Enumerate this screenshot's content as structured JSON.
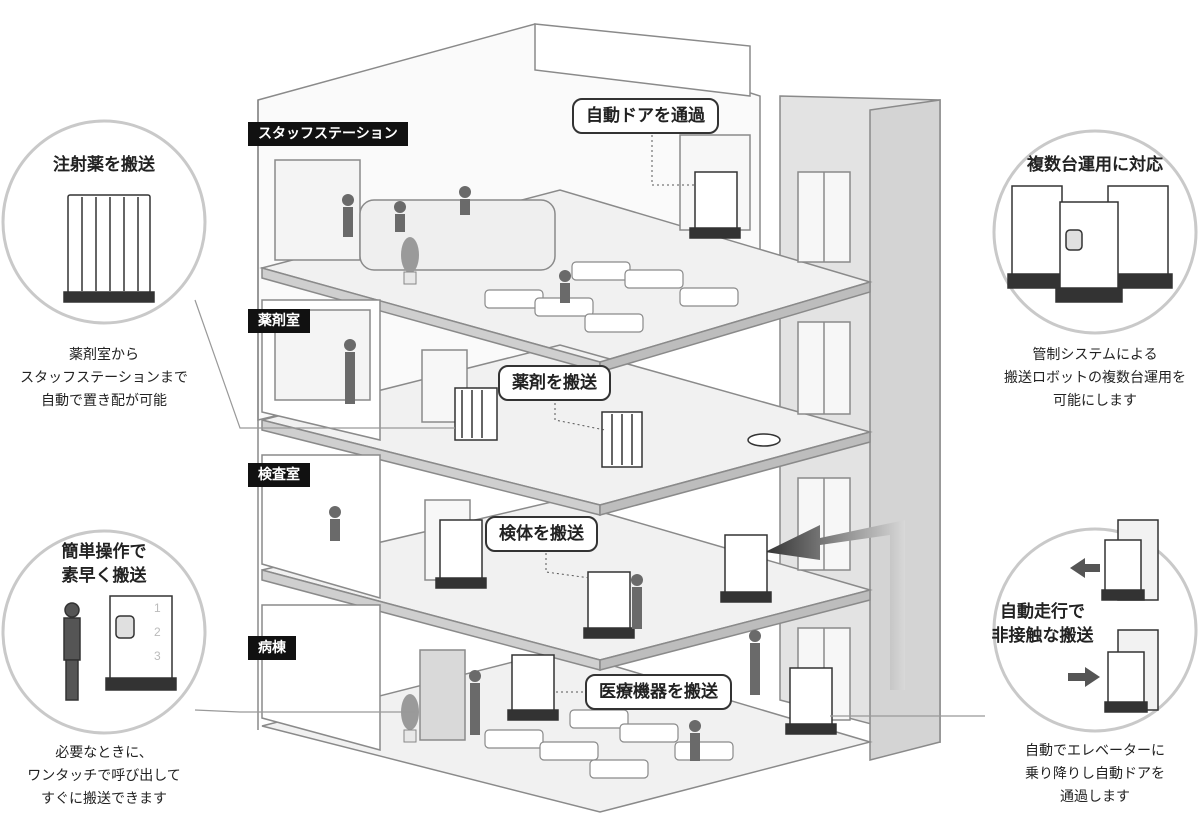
{
  "floors": {
    "staff_station": "スタッフステーション",
    "pharmacy": "薬剤室",
    "lab": "検査室",
    "ward": "病棟"
  },
  "callouts": {
    "auto_door": "自動ドアを通過",
    "medicine": "薬剤を搬送",
    "specimen": "検体を搬送",
    "equipment": "医療機器を搬送"
  },
  "features": {
    "injection": {
      "title": "注射薬を搬送",
      "caption": "薬剤室から\nスタッフステーションまで\n自動で置き配が可能"
    },
    "simple_op": {
      "title": "簡単操作で\n素早く搬送",
      "caption": "必要なときに、\nワンタッチで呼び出して\nすぐに搬送できます"
    },
    "multi_unit": {
      "title": "複数台運用に対応",
      "caption": "管制システムによる\n搬送ロボットの複数台運用を\n可能にします"
    },
    "contactless": {
      "title": "自動走行で\n非接触な搬送",
      "caption": "自動でエレベーターに\n乗り降りし自動ドアを\n通過します"
    }
  },
  "robot_numbers": [
    "1",
    "2",
    "3"
  ],
  "colors": {
    "building_edge": "#8a8a8a",
    "floor_fill": "#f1f1f1",
    "wall_fill": "#ffffff",
    "shaft_fill": "#e3e3e3",
    "tag_bg": "#111111",
    "arrow_dark": "#444444"
  }
}
